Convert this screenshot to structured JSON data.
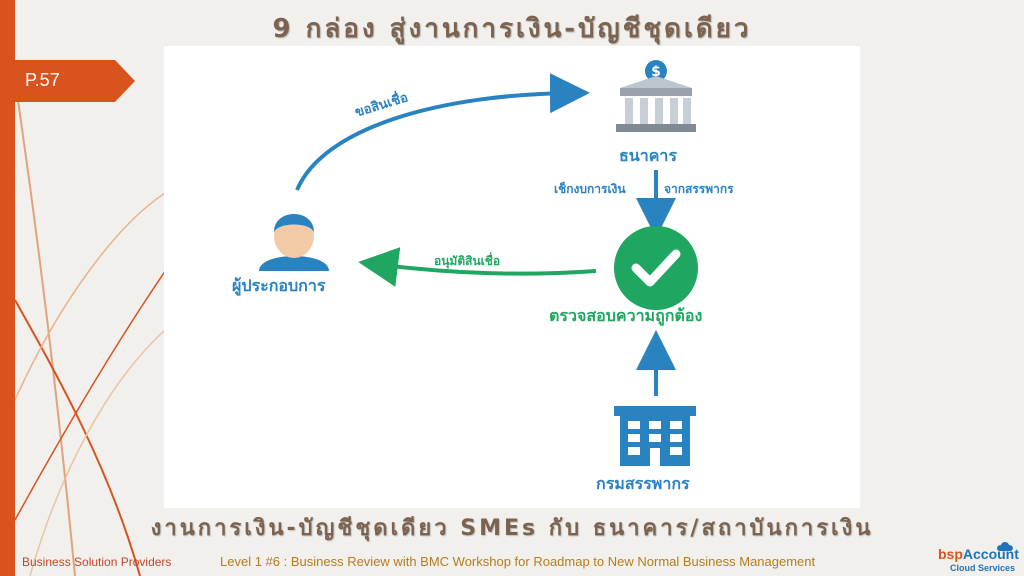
{
  "slide": {
    "title": "9 กล่อง สู่งานการเงิน-บัญชีชุดเดียว",
    "page_number": "P.57",
    "subtitle": "งานการเงิน-บัญชีชุดเดียว SMEs กับ ธนาคาร/สถาบันการเงิน"
  },
  "diagram": {
    "request_credit": "ขอสินเชื่อ",
    "bank": "ธนาคาร",
    "check_finance": "เช็กงบการเงิน",
    "from_revenue": "จากสรรพากร",
    "approve_credit": "อนุมัติสินเชื่อ",
    "entrepreneur": "ผู้ประกอบการ",
    "verify": "ตรวจสอบความถูกต้อง",
    "revenue_dept": "กรมสรรพากร"
  },
  "footer": {
    "left_text": "Business Solution Providers",
    "center_text": "Level 1 #6 : Business Review with BMC Workshop for Roadmap to New Normal Business Management",
    "logo_prefix": "bsp",
    "logo_brand": "Account",
    "logo_sub": "Cloud Services"
  },
  "colors": {
    "accent_orange": "#d9531e",
    "diagram_blue": "#2a83c1",
    "diagram_green": "#1fa761",
    "title_brown": "#7b6350"
  }
}
